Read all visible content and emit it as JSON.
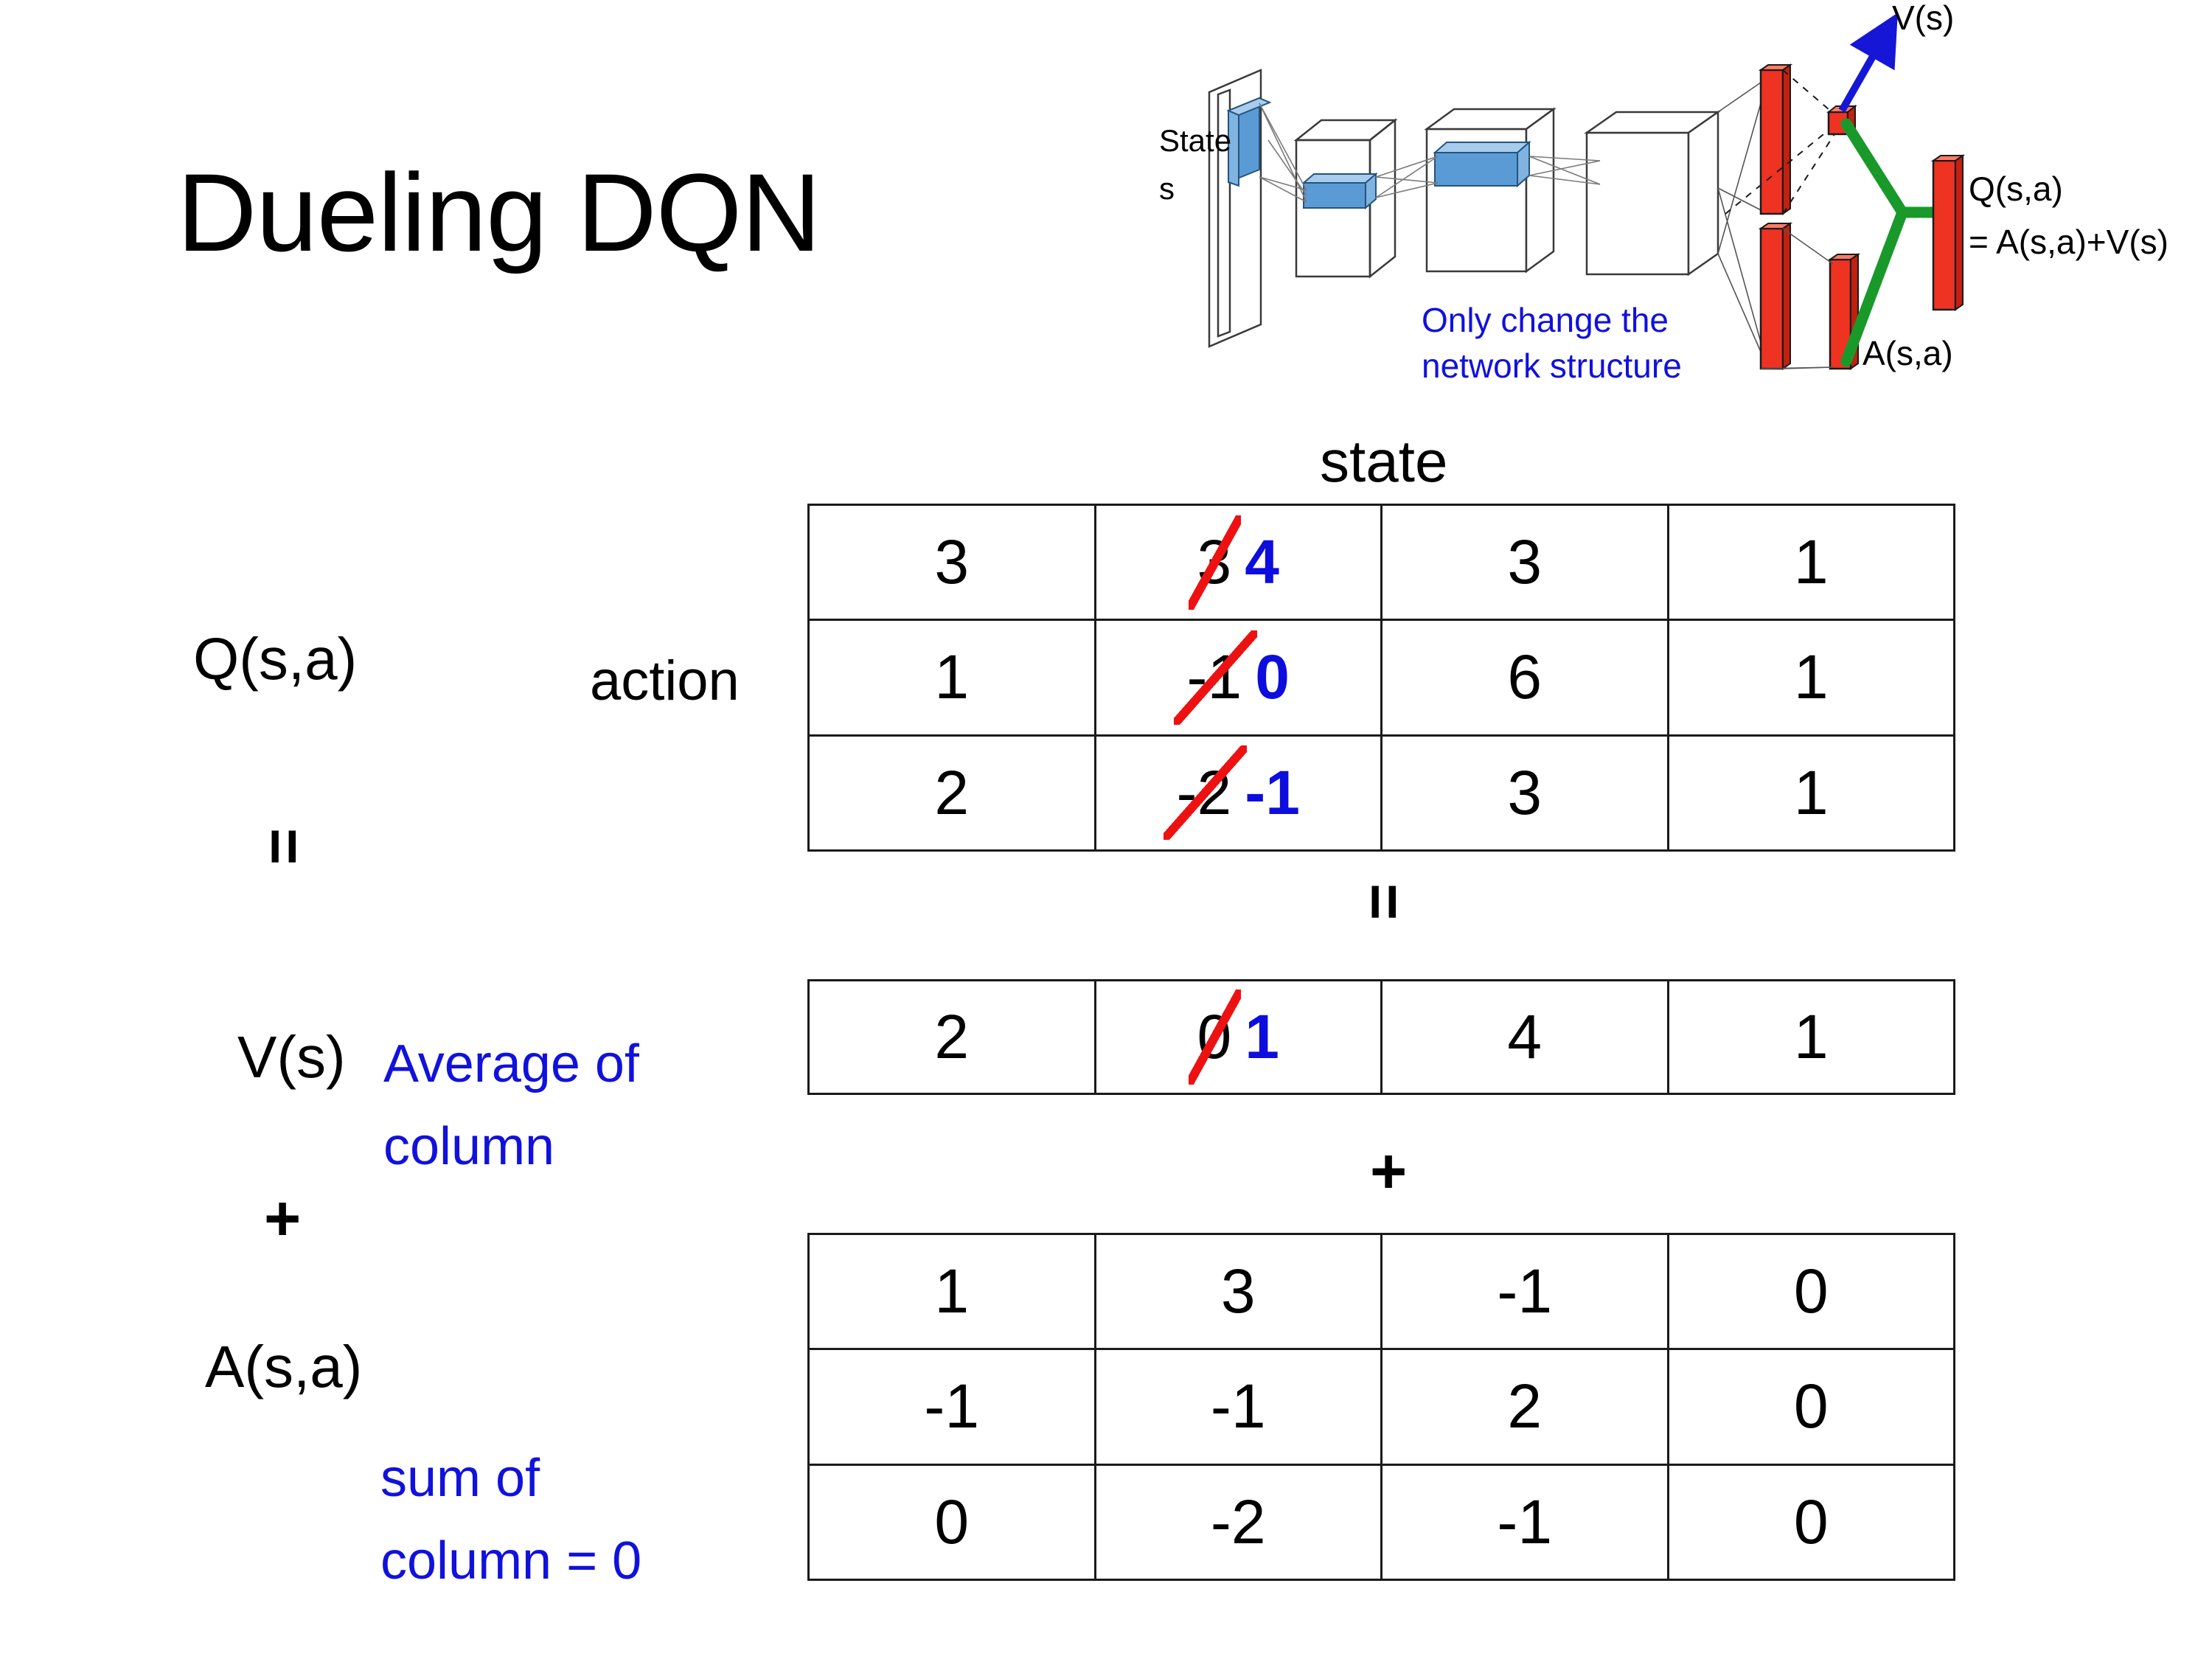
{
  "title": "Dueling DQN",
  "diagram": {
    "state_label_line1": "State",
    "state_label_line2": "s",
    "note_line1": "Only change the",
    "note_line2": "network structure",
    "v_label": "V(s)",
    "a_label": "A(s,a)",
    "q_label_line1": "Q(s,a)",
    "q_label_line2": "= A(s,a)+V(s)",
    "colors": {
      "note_blue": "#1111dd",
      "arrow_blue": "#1616d6",
      "bar_red": "#ee3322",
      "merge_green": "#19992a",
      "layer_blue": "#5b9bd5"
    }
  },
  "labels": {
    "state_axis": "state",
    "action_axis": "action",
    "q_label": "Q(s,a)",
    "v_label": "V(s)",
    "a_label": "A(s,a)",
    "eq_left": "=",
    "plus_left": "+",
    "eq_mid": "=",
    "plus_mid": "+",
    "note_avg_line1": "Average of",
    "note_avg_line2": "column",
    "note_sum_line1": "sum of",
    "note_sum_line2": "column = 0"
  },
  "colors": {
    "blue_note": "#1111dd",
    "blue_value": "#0d0ddd",
    "red_strike": "#ee1111",
    "black": "#000000"
  },
  "chart_data": {
    "type": "table",
    "title": "Dueling DQN: Q(s,a) = V(s) + A(s,a)",
    "xlabel": "state",
    "ylabel": "action",
    "tables": [
      {
        "name": "Q(s,a)",
        "rows": 3,
        "cols": 4,
        "values": [
          [
            3,
            3,
            3,
            1
          ],
          [
            1,
            -1,
            6,
            1
          ],
          [
            2,
            -2,
            3,
            1
          ]
        ],
        "edited_column": 1,
        "edited_values": [
          4,
          0,
          -1
        ],
        "edit_style": "strikethrough-old-black-new-blue"
      },
      {
        "name": "V(s)",
        "rows": 1,
        "cols": 4,
        "values": [
          [
            2,
            0,
            4,
            1
          ]
        ],
        "edited_column": 1,
        "edited_values": [
          1
        ],
        "edit_style": "strikethrough-old-black-new-blue"
      },
      {
        "name": "A(s,a)",
        "rows": 3,
        "cols": 4,
        "values": [
          [
            1,
            3,
            -1,
            0
          ],
          [
            -1,
            -1,
            2,
            0
          ],
          [
            0,
            -2,
            -1,
            0
          ]
        ],
        "edited_column": null,
        "edited_values": [],
        "edit_style": "none"
      }
    ]
  },
  "q_table": {
    "cells": [
      [
        {
          "v": "3"
        },
        {
          "v": "3",
          "n": "4"
        },
        {
          "v": "3"
        },
        {
          "v": "1"
        }
      ],
      [
        {
          "v": "1"
        },
        {
          "v": "-1",
          "n": "0"
        },
        {
          "v": "6"
        },
        {
          "v": "1"
        }
      ],
      [
        {
          "v": "2"
        },
        {
          "v": "-2",
          "n": "-1"
        },
        {
          "v": "3"
        },
        {
          "v": "1"
        }
      ]
    ]
  },
  "v_table": {
    "cells": [
      [
        {
          "v": "2"
        },
        {
          "v": "0",
          "n": "1"
        },
        {
          "v": "4"
        },
        {
          "v": "1"
        }
      ]
    ]
  },
  "a_table": {
    "cells": [
      [
        {
          "v": "1"
        },
        {
          "v": "3"
        },
        {
          "v": "-1"
        },
        {
          "v": "0"
        }
      ],
      [
        {
          "v": "-1"
        },
        {
          "v": "-1"
        },
        {
          "v": "2"
        },
        {
          "v": "0"
        }
      ],
      [
        {
          "v": "0"
        },
        {
          "v": "-2"
        },
        {
          "v": "-1"
        },
        {
          "v": "0"
        }
      ]
    ]
  }
}
